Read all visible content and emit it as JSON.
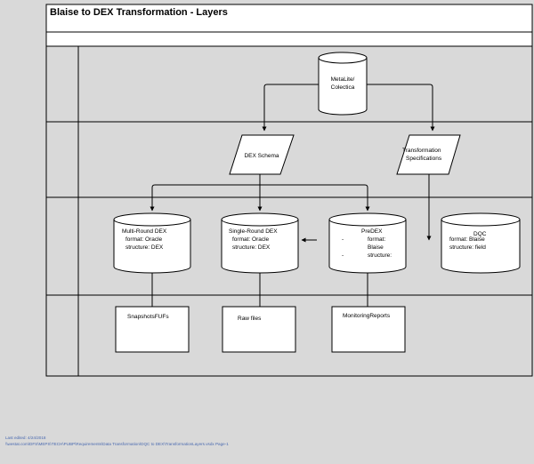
{
  "title": "Blaise to DEX Transformation - Layers",
  "nodes": {
    "metalite": {
      "line1": "MetaLite/",
      "line2": "Colectica"
    },
    "dex_schema": {
      "line1": "DEX Schema"
    },
    "transformation_specs": {
      "line1": "Transformation",
      "line2": "Specifications"
    },
    "multi_round": {
      "line1": "Multi-Round DEX",
      "line2": "format: Oracle",
      "line3": "structure: DEX"
    },
    "single_round": {
      "line1": "Single-Round DEX",
      "line2": "format: Oracle",
      "line3": "structure: DEX"
    },
    "predex": {
      "title": "PreDEX",
      "format_label": "format:",
      "format_value": "Blaise",
      "structure_label": "structure:",
      "bullet": "-"
    },
    "dqc": {
      "line1": "DQC",
      "line2": "format: Blaise",
      "line3": "structure: field"
    },
    "snapshots": {
      "line1": "SnapshotsFUFs"
    },
    "raw_files": {
      "line1": "Raw files"
    },
    "monitoring": {
      "line1": "MonitoringReports"
    }
  },
  "footer": {
    "last_edited": "Last edited: 4/24/2018",
    "path": "\\\\westat.com\\DFS\\MEPS\\TECH\\PUBP\\Requirements\\Data Transformation\\DQC to DEX\\TransformationLayers.vsdx  Page-1"
  },
  "colors": {
    "background": "#d9d9d9",
    "shape_fill": "#ffffff",
    "line": "#000000",
    "footer_text": "#4a6ab0"
  }
}
